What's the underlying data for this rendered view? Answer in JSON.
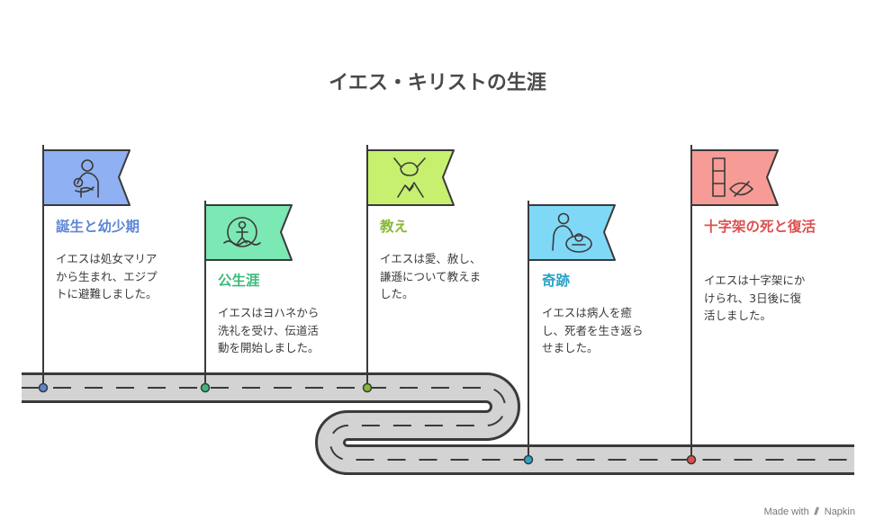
{
  "title": "イエス・キリストの生涯",
  "stages": [
    {
      "heading": "誕生と幼少期",
      "description": "イエスは処女マリアから生まれ、エジプトに避難しました。",
      "desc_lines": [
        "イエスは処女マリア",
        "から生まれ、エジプ",
        "トに避難しました。"
      ],
      "color": "#5b86d6",
      "flag_color": "#8fb0f2",
      "icon": "mother-child-icon"
    },
    {
      "heading": "公生涯",
      "description": "イエスはヨハネから洗礼を受け、伝道活動を開始しました。",
      "desc_lines": [
        "イエスはヨハネから",
        "洗礼を受け、伝道活",
        "動を開始しました。"
      ],
      "color": "#3cb97a",
      "flag_color": "#7ce8b4",
      "icon": "baptism-icon"
    },
    {
      "heading": "教え",
      "description": "イエスは愛、赦し、謙遜について教えました。",
      "desc_lines": [
        "イエスは愛、赦し、",
        "謙遜について教えま",
        "した。"
      ],
      "color": "#86b832",
      "flag_color": "#c6f06e",
      "icon": "mountain-sermon-icon"
    },
    {
      "heading": "奇跡",
      "description": "イエスは病人を癒し、死者を生き返らせました。",
      "desc_lines": [
        "イエスは病人を癒",
        "し、死者を生き返ら",
        "せました。"
      ],
      "color": "#2aa3c9",
      "flag_color": "#7fd8f6",
      "icon": "healing-icon"
    },
    {
      "heading": "十字架の死と復活",
      "description": "イエスは十字架にかけられ、3日後に復活しました。",
      "desc_lines": [
        "イエスは十字架にか",
        "けられ、3日後に復",
        "活しました。"
      ],
      "color": "#dd4f4f",
      "flag_color": "#f79b96",
      "icon": "cross-resurrection-icon"
    }
  ],
  "watermark": {
    "prefix": "Made with",
    "brand": "Napkin"
  }
}
